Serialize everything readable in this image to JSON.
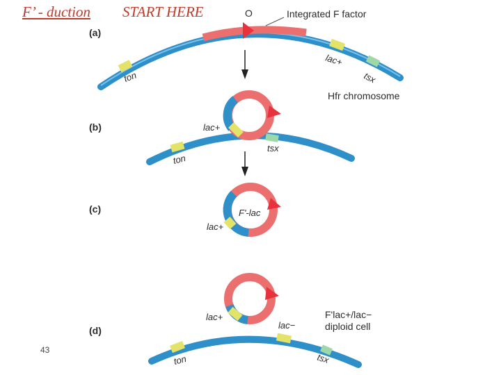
{
  "slide": {
    "title_left": "F’ - duction",
    "title_right": "START HERE",
    "page_number": "43"
  },
  "diagram": {
    "panels": [
      "(a)",
      "(b)",
      "(c)",
      "(d)"
    ],
    "labels": {
      "origin": "O",
      "integrated_f": "Integrated F factor",
      "hfr": "Hfr chromosome",
      "lac_plus": "lac+",
      "lac_minus": "lac−",
      "ton": "ton",
      "tsx": "tsx",
      "f_prime_lac": "F'-lac",
      "f_prime_diploid_1": "F'lac+/lac−",
      "f_prime_diploid_2": "diploid cell"
    },
    "colors": {
      "chromosome": "#2e8fc9",
      "f_factor": "#ec6f6f",
      "gene_marker": "#e3e36a",
      "arrow_red": "#e8323c",
      "arrow_black": "#222222"
    }
  }
}
